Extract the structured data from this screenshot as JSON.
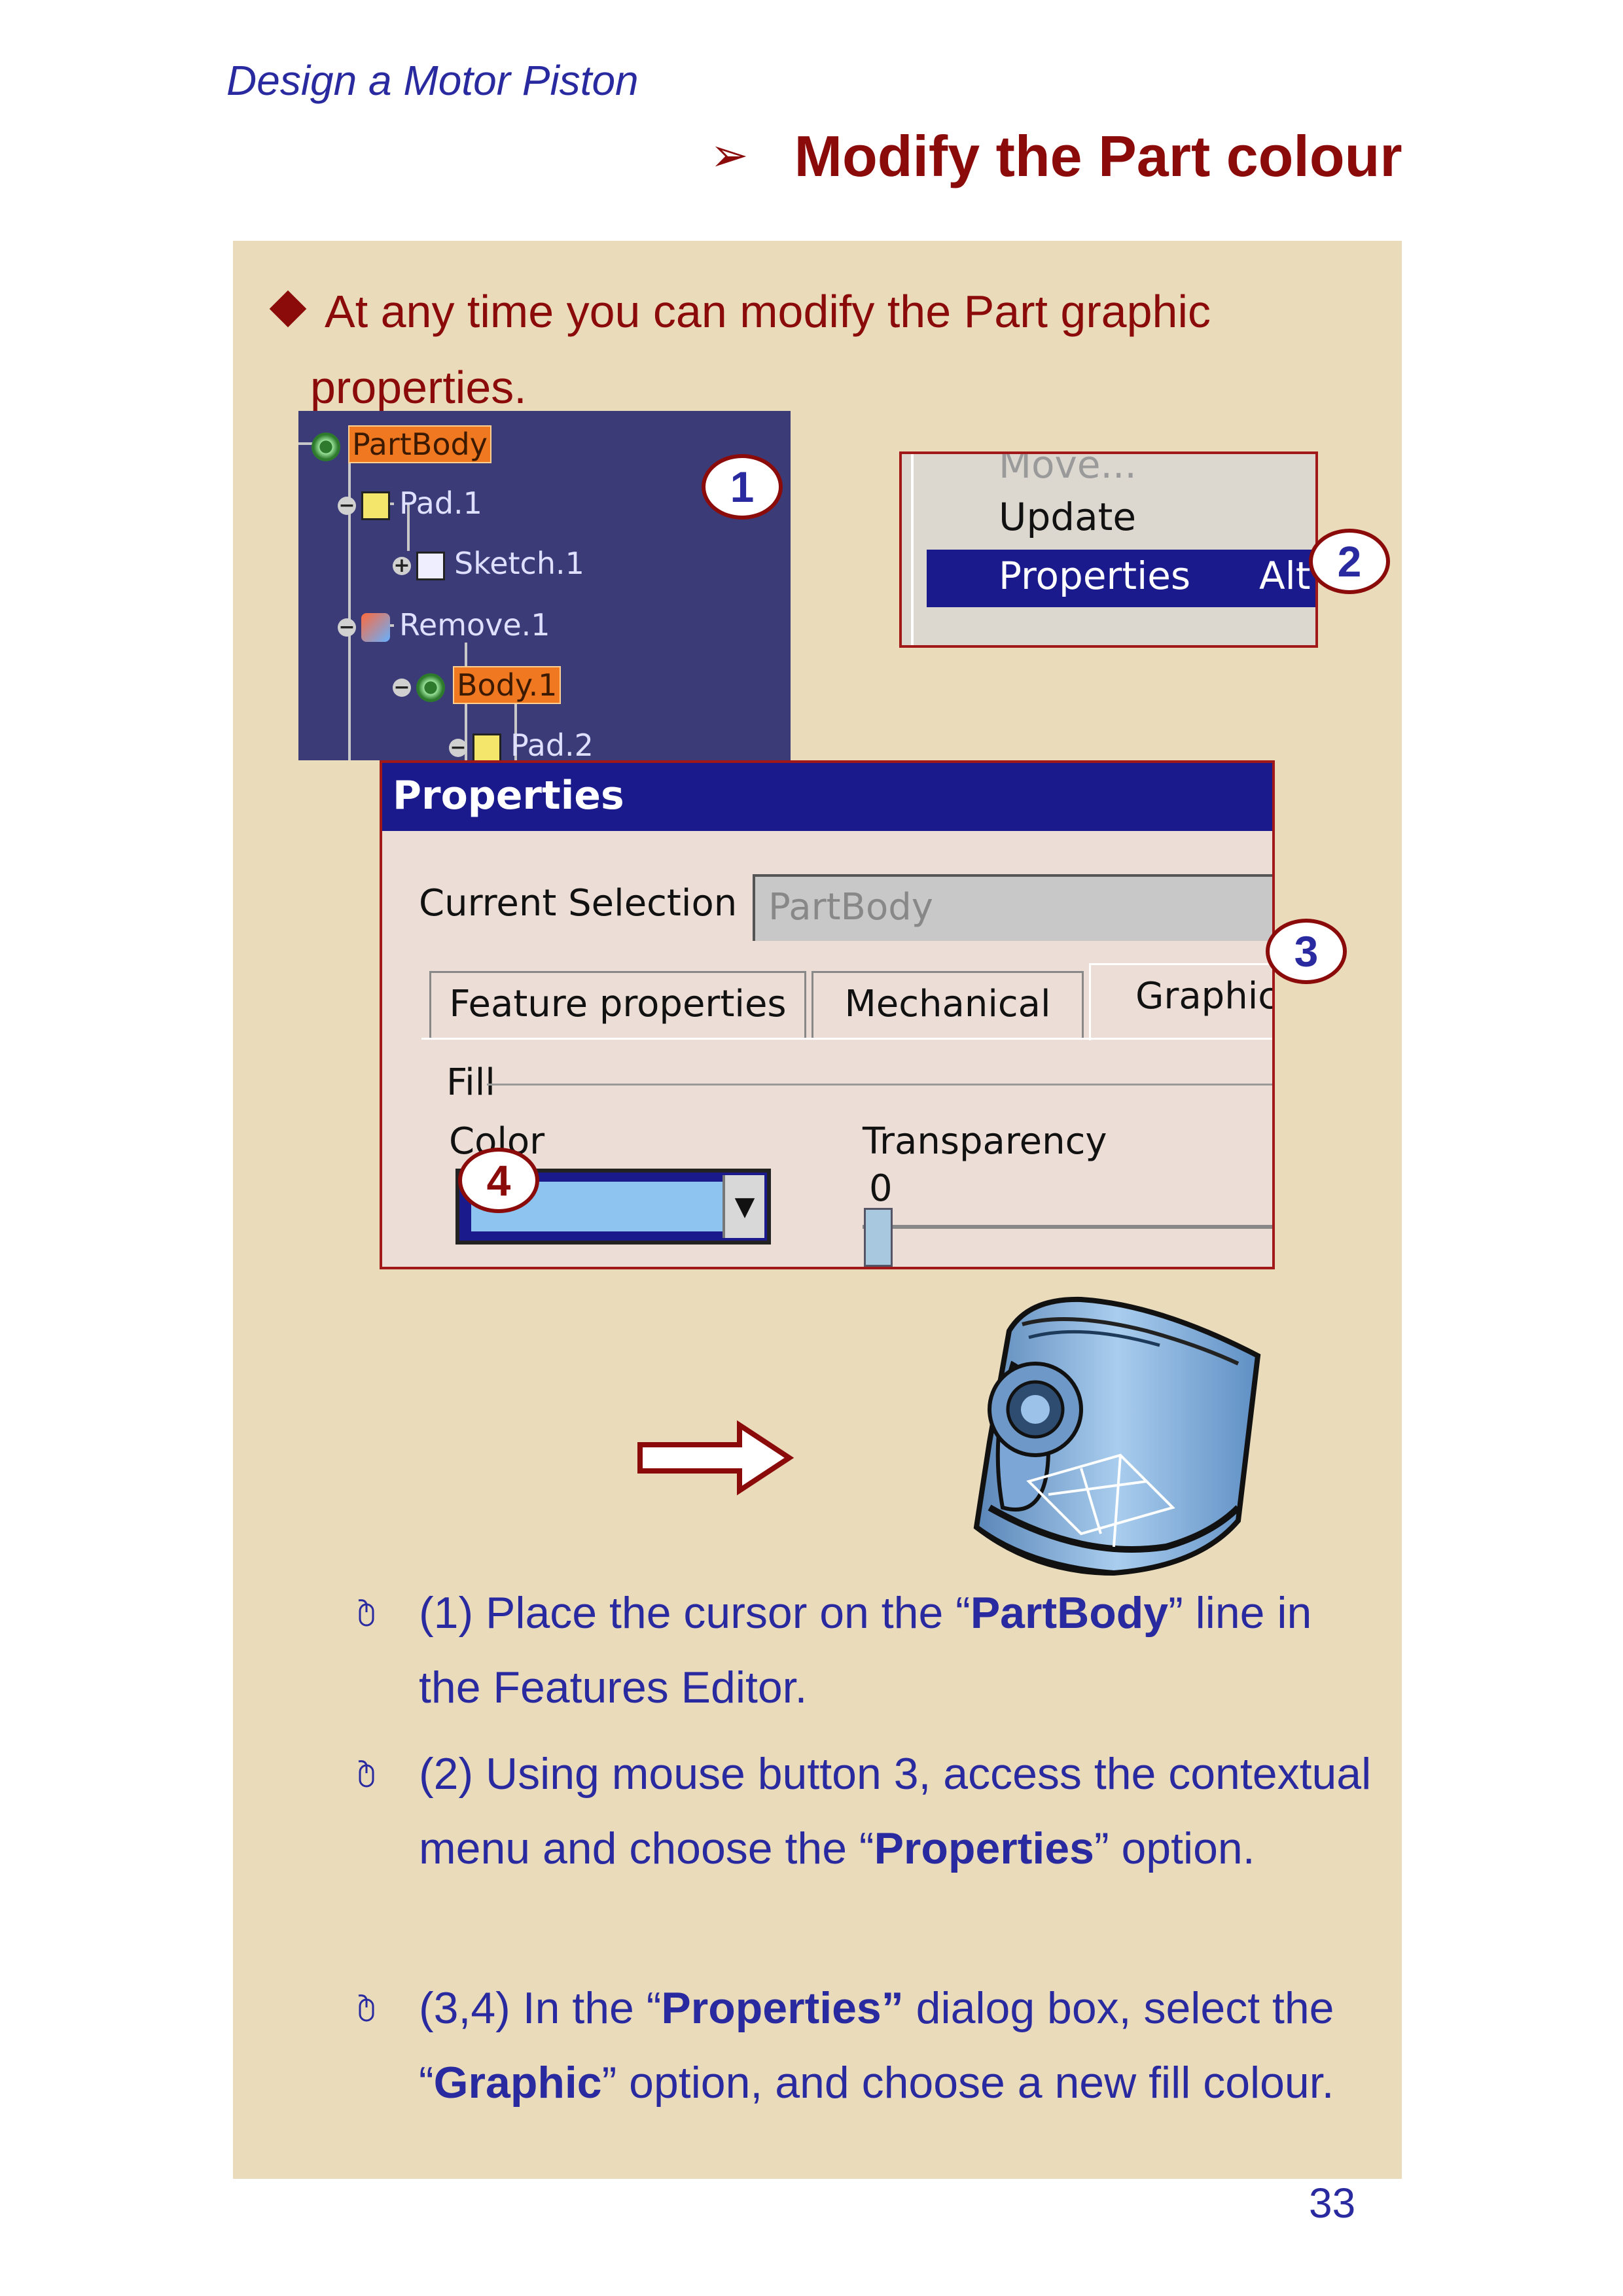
{
  "header": "Design a Motor Piston",
  "title": {
    "arrow": "➢",
    "text": "Modify the Part colour"
  },
  "intro": {
    "line1": "At any time you can modify the Part graphic",
    "line2": "properties."
  },
  "tree": {
    "items": [
      "PartBody",
      "Pad.1",
      "Sketch.1",
      "Remove.1",
      "Body.1",
      "Pad.2"
    ]
  },
  "menu": {
    "items": [
      "Move...",
      "Update",
      "Properties"
    ],
    "shortcut": "Alt"
  },
  "dialog": {
    "title": "Properties",
    "current_selection_label": "Current Selection :",
    "current_selection_value": "PartBody",
    "tabs": [
      "Feature properties",
      "Mechanical",
      "Graphic"
    ],
    "fill_label": "Fill",
    "color_label": "Color",
    "transparency_label": "Transparency",
    "transparency_value": "0",
    "fill_color": "#8ec4f0"
  },
  "callouts": [
    "1",
    "2",
    "3",
    "4"
  ],
  "steps": [
    {
      "parts": [
        "(1) Place the cursor on the “",
        "PartBody",
        "” line in the Features Editor."
      ]
    },
    {
      "parts": [
        "(2) Using mouse button 3, access the contextual menu and choose the “",
        "Properties",
        "” option."
      ]
    },
    {
      "parts": [
        "(3,4) In the “",
        "Properties”",
        "  dialog box, select the “",
        "Graphic",
        "” option, and choose a new fill colour."
      ]
    }
  ],
  "page_number": "33",
  "colors": {
    "title": "#8b0a0a",
    "text": "#2a2aa0",
    "panel": "#eadbbb",
    "titlebar": "#1a1a8c"
  }
}
